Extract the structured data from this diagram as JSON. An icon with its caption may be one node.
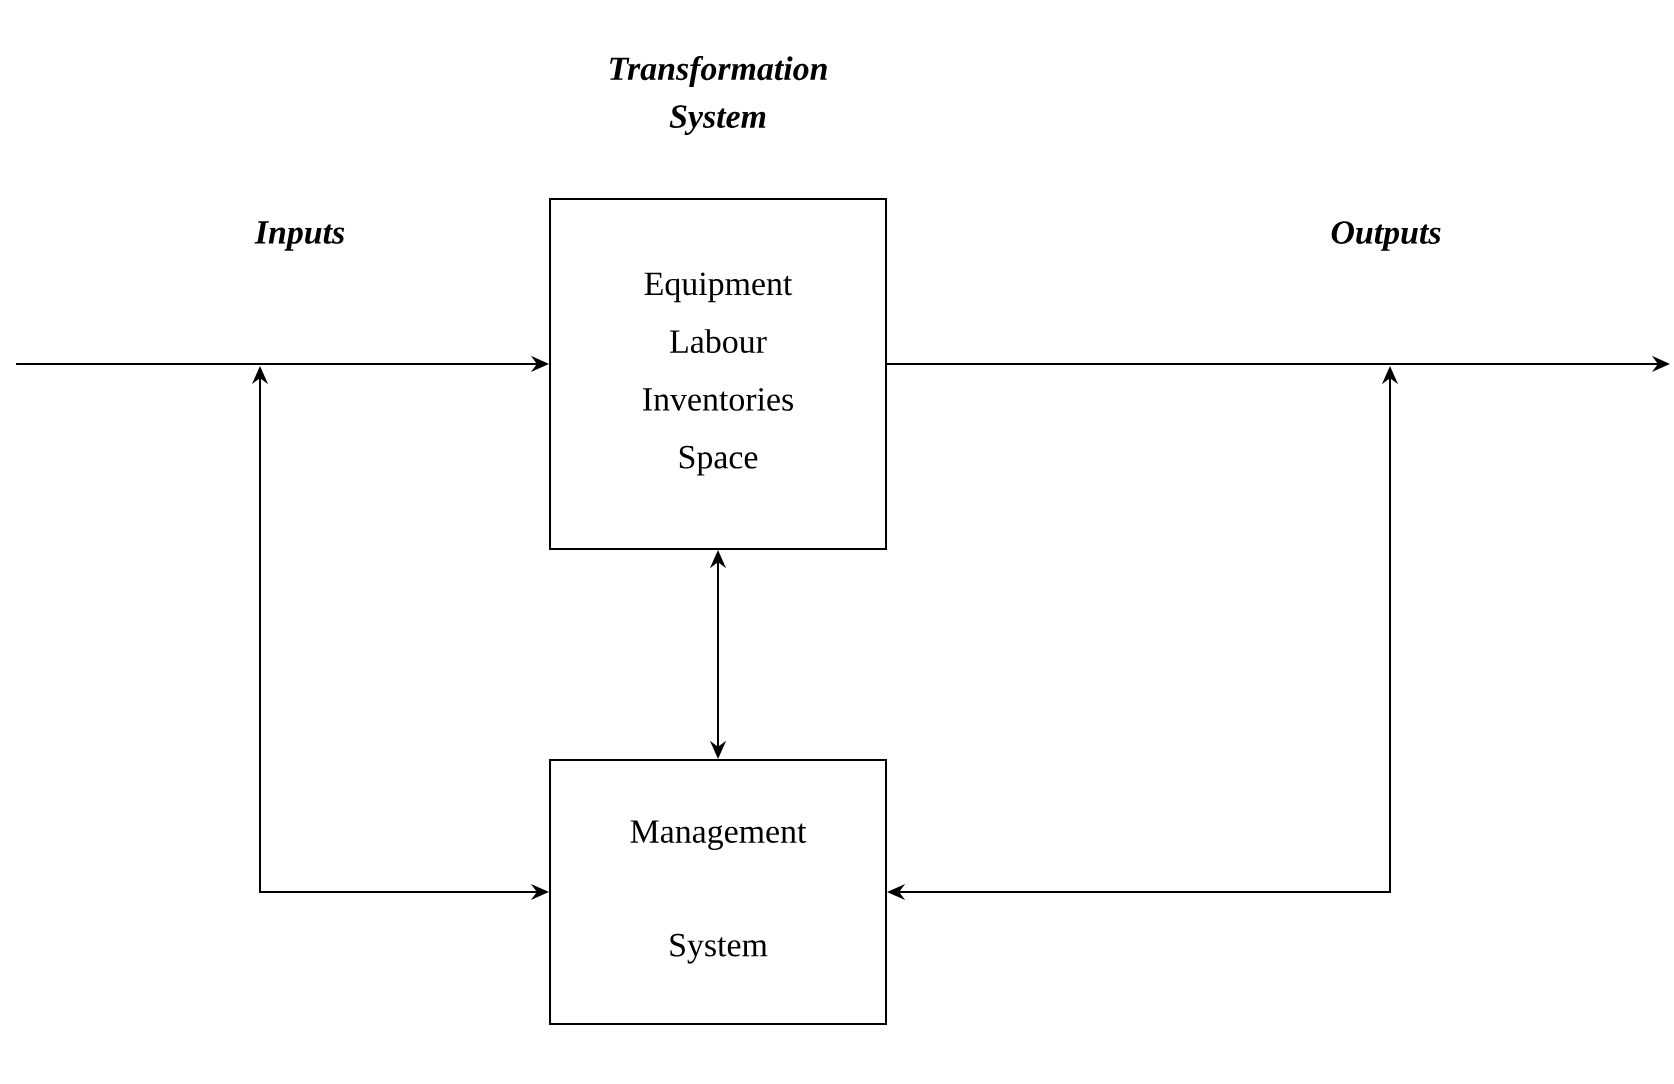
{
  "diagram": {
    "nodes": [
      {
        "text": [
          "Transformation System",
          "Equipment Labour Inventories Space"
        ]
      },
      {
        "text": [
          "Management System"
        ]
      }
    ],
    "edges": [
      {
        "from": null,
        "to": 0,
        "arrow": "to",
        "label": "Inputs"
      },
      {
        "from": 0,
        "to": null,
        "arrow": "to",
        "label": "Outputs"
      },
      {
        "from": 0,
        "to": 1,
        "arrow": "both"
      },
      {
        "from": null,
        "to": 1,
        "arrow": "both"
      },
      {
        "from": null,
        "to": 1,
        "arrow": "both"
      }
    ]
  }
}
